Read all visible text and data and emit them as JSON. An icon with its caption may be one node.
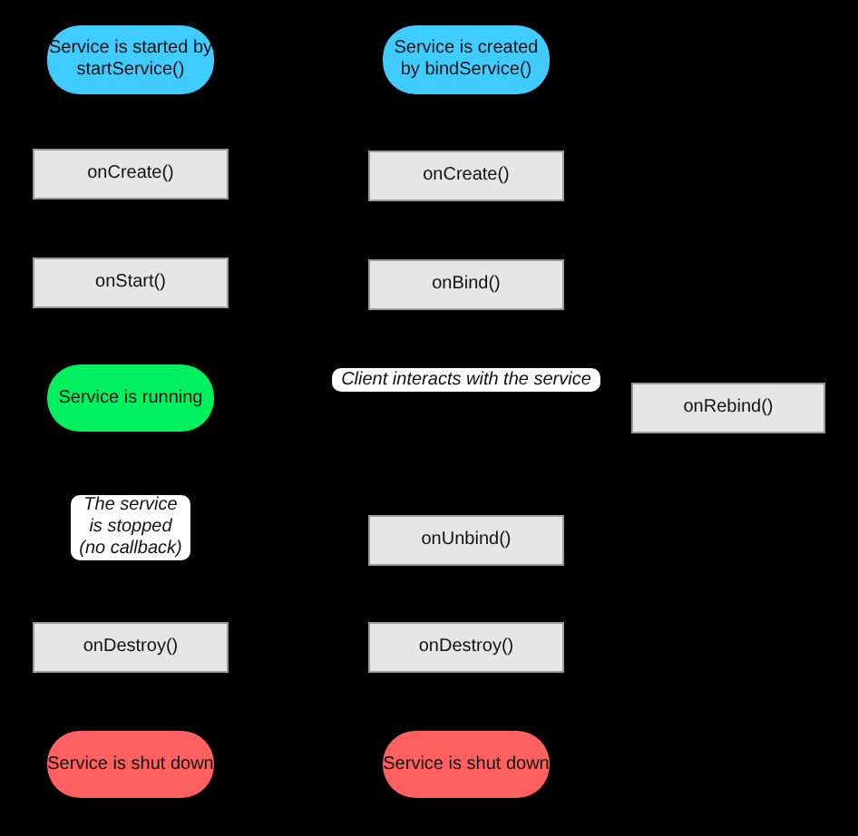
{
  "diagram": {
    "nodes": [
      {
        "text": [
          "Service is started by startService()"
        ]
      },
      {
        "text": [
          "Service is created by bindService()"
        ]
      },
      {
        "text": [
          "onCreate()"
        ]
      },
      {
        "text": [
          "onCreate()"
        ]
      },
      {
        "text": [
          "onStart()"
        ]
      },
      {
        "text": [
          "onBind()"
        ]
      },
      {
        "text": [
          "Service is running"
        ]
      },
      {
        "text": [
          "Client interacts with the service"
        ]
      },
      {
        "text": [
          "onRebind()"
        ]
      },
      {
        "text": [
          "The service is stopped (no callback)"
        ]
      },
      {
        "text": [
          "onUnbind()"
        ]
      },
      {
        "text": [
          "onDestroy()"
        ]
      },
      {
        "text": [
          "onDestroy()"
        ]
      },
      {
        "text": [
          "Service is shut down"
        ]
      },
      {
        "text": [
          "Service is shut down"
        ]
      }
    ]
  }
}
